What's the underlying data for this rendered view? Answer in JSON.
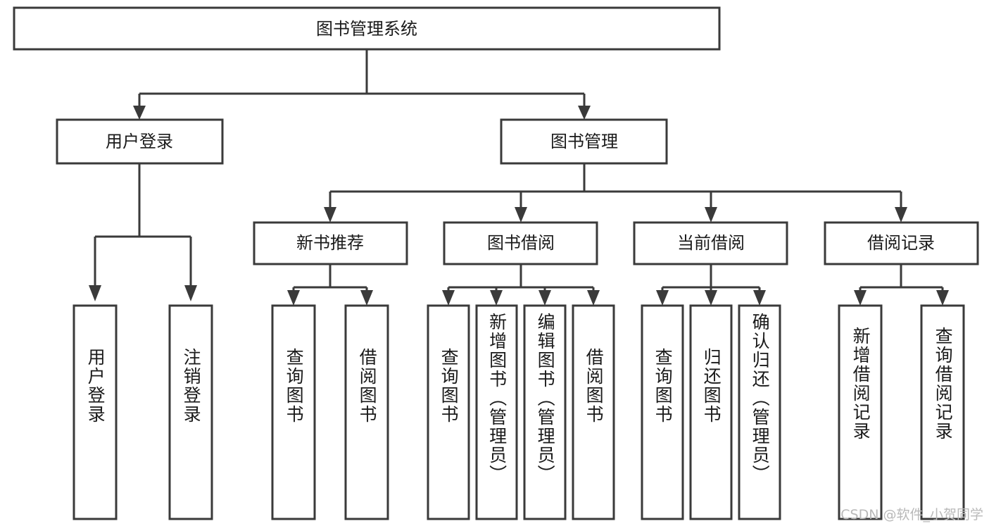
{
  "diagram": {
    "title": "图书管理系统",
    "watermark": "CSDN @软件_小贺同学",
    "colors": {
      "stroke": "#3a3a3a",
      "text": "#1a1a1a",
      "background": "#ffffff",
      "watermark": "#b9b9b9"
    },
    "root": {
      "label": "图书管理系统"
    },
    "level2": [
      {
        "label": "用户登录"
      },
      {
        "label": "图书管理"
      }
    ],
    "level3": [
      {
        "label": "新书推荐"
      },
      {
        "label": "图书借阅"
      },
      {
        "label": "当前借阅"
      },
      {
        "label": "借阅记录"
      }
    ],
    "leaves": {
      "user_login": [
        {
          "label": "用户登录"
        },
        {
          "label": "注销登录"
        }
      ],
      "new_book_recommend": [
        {
          "label": "查询图书"
        },
        {
          "label": "借阅图书"
        }
      ],
      "book_borrow": [
        {
          "label": "查询图书"
        },
        {
          "label": "新增图书（管理员）"
        },
        {
          "label": "编辑图书（管理员）"
        },
        {
          "label": "借阅图书"
        }
      ],
      "current_borrow": [
        {
          "label": "查询图书"
        },
        {
          "label": "归还图书"
        },
        {
          "label": "确认归还（管理员）"
        }
      ],
      "borrow_record": [
        {
          "label": "新增借阅记录"
        },
        {
          "label": "查询借阅记录"
        }
      ]
    }
  },
  "chart_data": {
    "type": "table",
    "title": "图书管理系统",
    "structure": "tree",
    "nodes": [
      {
        "id": "root",
        "label": "图书管理系统",
        "level": 0,
        "parent": null
      },
      {
        "id": "n1",
        "label": "用户登录",
        "level": 1,
        "parent": "root"
      },
      {
        "id": "n2",
        "label": "图书管理",
        "level": 1,
        "parent": "root"
      },
      {
        "id": "n1a",
        "label": "用户登录",
        "level": 2,
        "parent": "n1"
      },
      {
        "id": "n1b",
        "label": "注销登录",
        "level": 2,
        "parent": "n1"
      },
      {
        "id": "n2a",
        "label": "新书推荐",
        "level": 2,
        "parent": "n2"
      },
      {
        "id": "n2b",
        "label": "图书借阅",
        "level": 2,
        "parent": "n2"
      },
      {
        "id": "n2c",
        "label": "当前借阅",
        "level": 2,
        "parent": "n2"
      },
      {
        "id": "n2d",
        "label": "借阅记录",
        "level": 2,
        "parent": "n2"
      },
      {
        "id": "n2a1",
        "label": "查询图书",
        "level": 3,
        "parent": "n2a"
      },
      {
        "id": "n2a2",
        "label": "借阅图书",
        "level": 3,
        "parent": "n2a"
      },
      {
        "id": "n2b1",
        "label": "查询图书",
        "level": 3,
        "parent": "n2b"
      },
      {
        "id": "n2b2",
        "label": "新增图书（管理员）",
        "level": 3,
        "parent": "n2b"
      },
      {
        "id": "n2b3",
        "label": "编辑图书（管理员）",
        "level": 3,
        "parent": "n2b"
      },
      {
        "id": "n2b4",
        "label": "借阅图书",
        "level": 3,
        "parent": "n2b"
      },
      {
        "id": "n2c1",
        "label": "查询图书",
        "level": 3,
        "parent": "n2c"
      },
      {
        "id": "n2c2",
        "label": "归还图书",
        "level": 3,
        "parent": "n2c"
      },
      {
        "id": "n2c3",
        "label": "确认归还（管理员）",
        "level": 3,
        "parent": "n2c"
      },
      {
        "id": "n2d1",
        "label": "新增借阅记录",
        "level": 3,
        "parent": "n2d"
      },
      {
        "id": "n2d2",
        "label": "查询借阅记录",
        "level": 3,
        "parent": "n2d"
      }
    ]
  }
}
